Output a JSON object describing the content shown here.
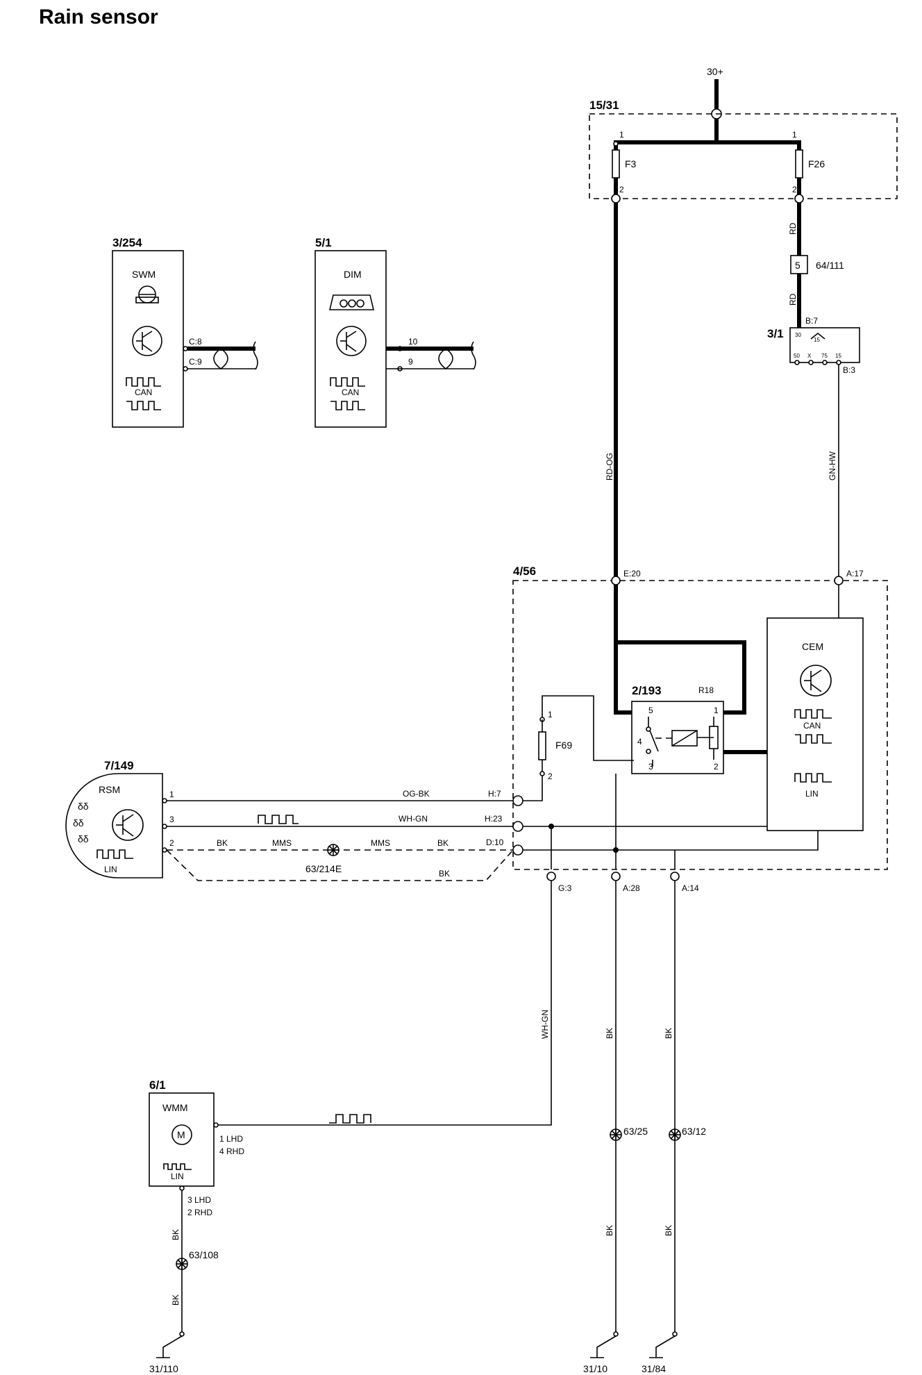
{
  "title": "Rain sensor",
  "supply": "30+",
  "fuse_box": {
    "id": "15/31",
    "fuses": [
      {
        "name": "F3",
        "pin_in": "1",
        "pin_out": "2"
      },
      {
        "name": "F26",
        "pin_in": "1",
        "pin_out": "2"
      }
    ]
  },
  "swm": {
    "id": "3/254",
    "name": "SWM",
    "can": "CAN",
    "pins": [
      "C:8",
      "C:9"
    ]
  },
  "dim": {
    "id": "5/1",
    "name": "DIM",
    "can": "CAN",
    "pins": [
      "10",
      "9"
    ]
  },
  "connector_64": {
    "id": "64/111",
    "pin": "5"
  },
  "relay_3_1": {
    "id": "3/1",
    "pin_in": "B:7",
    "pin_out": "B:3",
    "inner_pins": [
      "30",
      "15",
      "50",
      "X",
      "75",
      "15"
    ]
  },
  "cem_box": {
    "id": "4/56",
    "name": "CEM",
    "can": "CAN",
    "lin": "LIN",
    "pins": [
      "E:20",
      "A:17",
      "H:7",
      "H:23",
      "D:10",
      "G:3",
      "A:28",
      "A:14"
    ]
  },
  "relay_2_193": {
    "id": "2/193",
    "resistor": "R18",
    "pins": [
      "5",
      "1",
      "4",
      "3",
      "2"
    ]
  },
  "fuse_f69": {
    "name": "F69",
    "pin_in": "1",
    "pin_out": "2"
  },
  "rsm": {
    "id": "7/149",
    "name": "RSM",
    "lin": "LIN",
    "pins": [
      "1",
      "3",
      "2"
    ]
  },
  "wmm": {
    "id": "6/1",
    "name": "WMM",
    "lin": "LIN",
    "motor": "M",
    "pin_signal": [
      "1 LHD",
      "4 RHD"
    ],
    "pin_ground": [
      "3 LHD",
      "2 RHD"
    ]
  },
  "wire_colors": {
    "rd": "RD",
    "rd_og": "RD-OG",
    "gn_hw": "GN-HW",
    "og_bk": "OG-BK",
    "wh_gn": "WH-GN",
    "bk": "BK",
    "mms": "MMS"
  },
  "splices": [
    "63/214E",
    "63/25",
    "63/12",
    "63/108"
  ],
  "grounds": [
    "31/110",
    "31/10",
    "31/84"
  ]
}
